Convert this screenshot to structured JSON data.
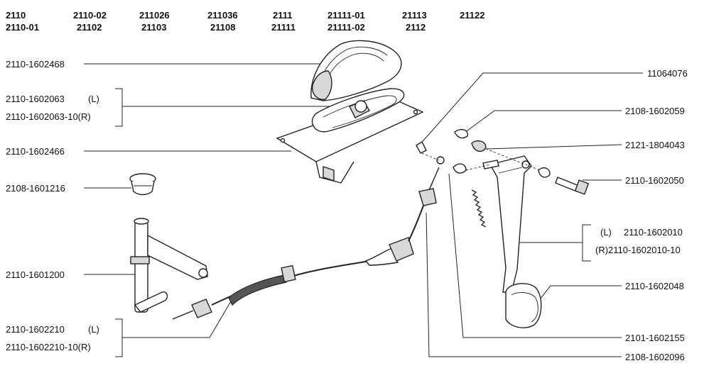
{
  "models": [
    {
      "top": "2110",
      "bottom": "2110-01"
    },
    {
      "top": "2110-02",
      "bottom": "21102"
    },
    {
      "top": "211026",
      "bottom": "21103"
    },
    {
      "top": "211036",
      "bottom": "21108"
    },
    {
      "top": "2111",
      "bottom": "21111"
    },
    {
      "top": "21111-01",
      "bottom": "21111-02"
    },
    {
      "top": "21113",
      "bottom": "2112"
    },
    {
      "top": "21122",
      "bottom": ""
    }
  ],
  "labels": {
    "l1": "2110-1602468",
    "l2a": "2110-1602063",
    "l2a_side": "(L)",
    "l2b": "2110-1602063-10(R)",
    "l3": "2110-1602466",
    "l4": "2108-1601216",
    "l5": "2110-1601200",
    "l6a": "2110-1602210",
    "l6a_side": "(L)",
    "l6b": "2110-1602210-10(R)",
    "r1": "11064076",
    "r2": "2108-1602059",
    "r3": "2121-1804043",
    "r4": "2110-1602050",
    "r5a_side": "(L)",
    "r5a": "2110-1602010",
    "r5b": "(R)2110-1602010-10",
    "r6": "2110-1602048",
    "r7": "2101-1602155",
    "r8": "2108-1602096"
  }
}
